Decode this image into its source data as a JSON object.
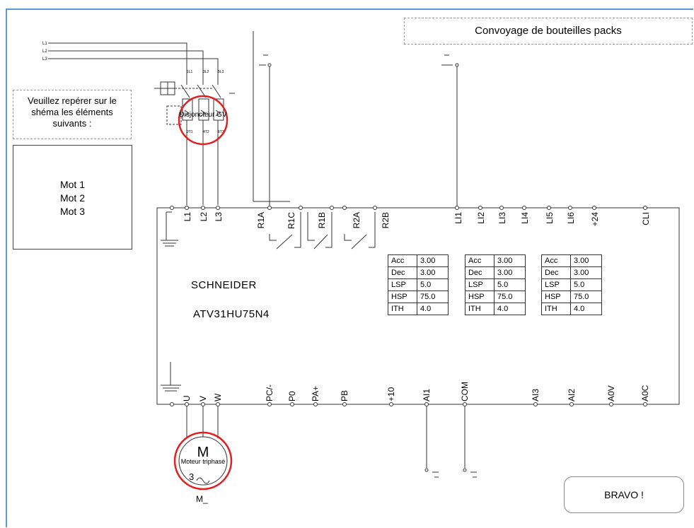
{
  "title": "Convoyage de bouteilles packs",
  "instructions": "Veuillez repérer sur le shéma les éléments suivants :",
  "words": [
    "Mot 1",
    "Mot 2",
    "Mot 3"
  ],
  "bravo_label": "BRAVO !",
  "drive": {
    "brand": "SCHNEIDER",
    "model": "ATV31HU75N4"
  },
  "supply_lines": [
    "L1",
    "L2",
    "L3"
  ],
  "breaker_terminals_top": [
    "1L1",
    "3L2",
    "5L3"
  ],
  "breaker_terminals_bottom": [
    "2T1",
    "4T2",
    "6T3"
  ],
  "top_terminals": [
    "L1",
    "L2",
    "L3",
    "R1A",
    "R1C",
    "R1B",
    "R2A",
    "R2B",
    "LI1",
    "LI2",
    "LI3",
    "LI4",
    "LI5",
    "LI6",
    "+24",
    "CLI"
  ],
  "bottom_terminals": [
    "U",
    "V",
    "W",
    "PC/-",
    "P0",
    "PA+",
    "PB",
    "+10",
    "AI1",
    "COM",
    "AI3",
    "AI2",
    "A0V",
    "A0C"
  ],
  "parameter_tables": [
    {
      "rows": [
        [
          "Acc",
          "3.00"
        ],
        [
          "Dec",
          "3.00"
        ],
        [
          "LSP",
          "5.0"
        ],
        [
          "HSP",
          "75.0"
        ],
        [
          "ITH",
          "4.0"
        ]
      ]
    },
    {
      "rows": [
        [
          "Acc",
          "3.00"
        ],
        [
          "Dec",
          "3.00"
        ],
        [
          "LSP",
          "5.0"
        ],
        [
          "HSP",
          "75.0"
        ],
        [
          "ITH",
          "4.0"
        ]
      ]
    },
    {
      "rows": [
        [
          "Acc",
          "3.00"
        ],
        [
          "Dec",
          "3.00"
        ],
        [
          "LSP",
          "5.0"
        ],
        [
          "HSP",
          "75.0"
        ],
        [
          "ITH",
          "4.0"
        ]
      ]
    }
  ],
  "breaker_label": "Disjoncteur GV",
  "motor": {
    "symbol": "M",
    "phases": "3",
    "label": "Moteur triphasé",
    "caption": "M_"
  },
  "highlight_color": "#e02020",
  "frame_color": "#5b9bd5"
}
